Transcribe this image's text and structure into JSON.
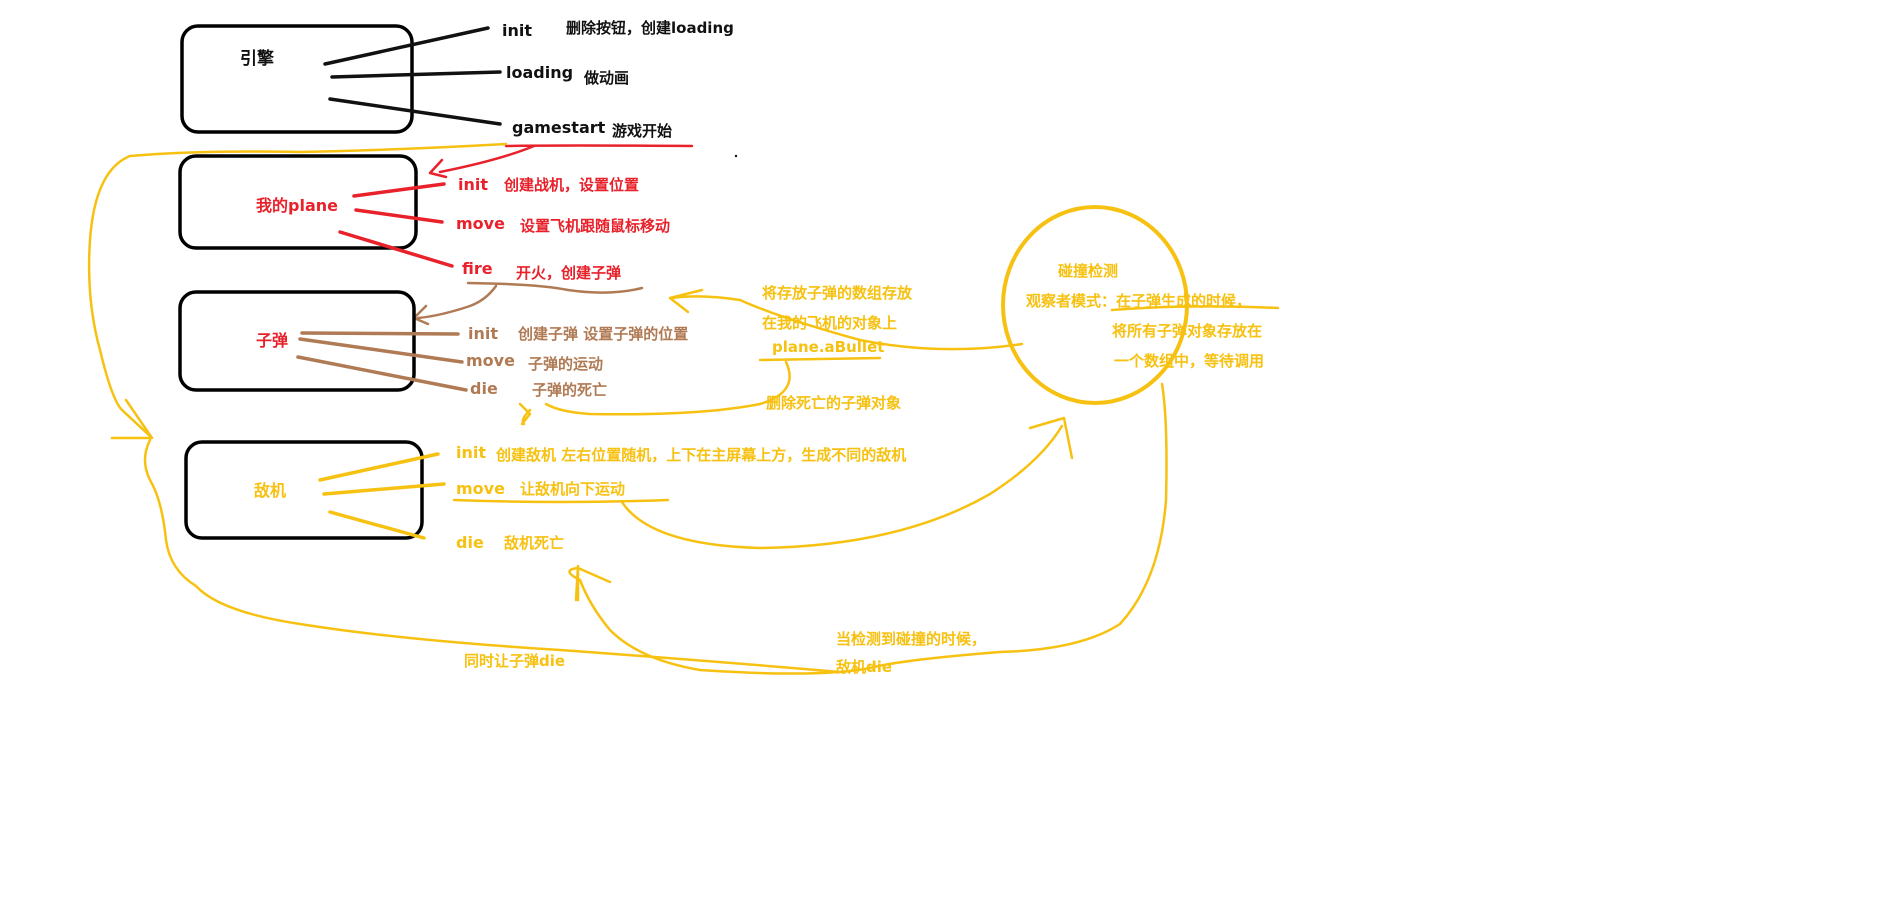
{
  "colors": {
    "engine": "#111111",
    "plane": "#e8212b",
    "bullet": "#b07a54",
    "enemy": "#f7c111",
    "collision": "#f7c111"
  },
  "engine": {
    "title": "引擎",
    "methods": [
      {
        "name": "init",
        "desc": "删除按钮，创建loading"
      },
      {
        "name": "loading",
        "desc": "做动画"
      },
      {
        "name": "gamestart",
        "desc": "游戏开始"
      }
    ]
  },
  "plane": {
    "title": "我的plane",
    "methods": [
      {
        "name": "init",
        "desc": "创建战机，设置位置"
      },
      {
        "name": "move",
        "desc": "设置飞机跟随鼠标移动"
      },
      {
        "name": "fire",
        "desc": "开火，创建子弹"
      }
    ]
  },
  "bullet": {
    "title": "子弹",
    "methods": [
      {
        "name": "init",
        "desc": "创建子弹   设置子弹的位置"
      },
      {
        "name": "move",
        "desc": "子弹的运动"
      },
      {
        "name": "die",
        "desc": "子弹的死亡"
      }
    ]
  },
  "enemy": {
    "title": "敌机",
    "methods": [
      {
        "name": "init",
        "desc": "创建敌机  左右位置随机，上下在主屏幕上方，生成不同的敌机"
      },
      {
        "name": "move",
        "desc": "让敌机向下运动"
      },
      {
        "name": "die",
        "desc": "敌机死亡"
      }
    ]
  },
  "notes": {
    "bullet_array_1": "将存放子弹的数组存放",
    "bullet_array_2": "在我的飞机的对象上",
    "bullet_array_prop": "plane.aBullet",
    "remove_dead": "删除死亡的子弹对象",
    "collision_title": "碰撞检测",
    "observer_1": "观察者模式：在子弹生成的时候，",
    "observer_2": "将所有子弹对象存放在",
    "observer_3": "一个数组中，等待调用",
    "bullet_die": "同时让子弹die",
    "hit_1": "当检测到碰撞的时候，",
    "hit_2": "敌机die"
  }
}
